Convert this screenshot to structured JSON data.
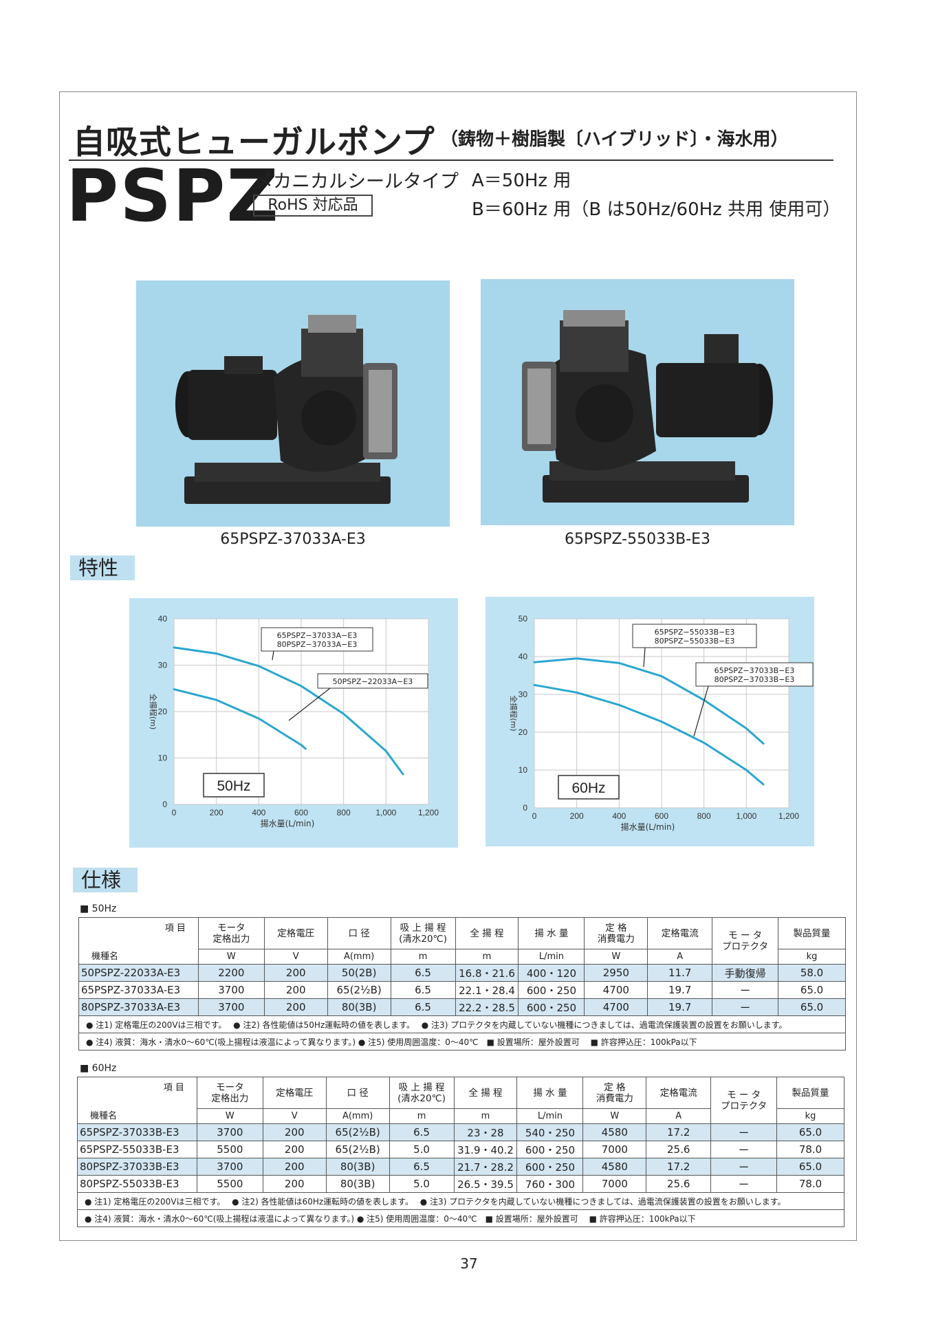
{
  "header": {
    "title": "自吸式ヒューガルポンプ",
    "subtitle": "（鋳物＋樹脂製〔ハイブリッド〕・海水用）",
    "model": "PSPZ",
    "seal_type": "メカニカルシールタイプ",
    "rohs": "RoHS 対応品",
    "hz_a": "A＝50Hz 用",
    "hz_b": "B＝60Hz 用（B は50Hz/60Hz 共用 使用可）"
  },
  "photos": [
    {
      "caption": "65PSPZ-37033A-E3"
    },
    {
      "caption": "65PSPZ-55033B-E3"
    }
  ],
  "sections": {
    "characteristics": "特性",
    "specifications": "仕様"
  },
  "chart_data": [
    {
      "type": "line",
      "badge": "50Hz",
      "xlabel": "揚水量(L/min)",
      "ylabel": "全揚程(m)",
      "xlim": [
        0,
        1200
      ],
      "ylim": [
        0,
        40
      ],
      "xticks": [
        "0",
        "200",
        "400",
        "600",
        "800",
        "1,000",
        "1,200"
      ],
      "yticks": [
        "0",
        "10",
        "20",
        "30",
        "40"
      ],
      "grid": true,
      "series": [
        {
          "name": "65PSPZ−37033A−E3 / 80PSPZ−37033A−E3",
          "label_lines": [
            "65PSPZ−37033A−E3",
            "80PSPZ−37033A−E3"
          ],
          "x": [
            0,
            200,
            400,
            600,
            800,
            1000,
            1080
          ],
          "y": [
            33.8,
            32.5,
            29.8,
            25.5,
            19.5,
            11.5,
            6.5
          ]
        },
        {
          "name": "50PSPZ−22033A−E3",
          "label_lines": [
            "50PSPZ−22033A−E3"
          ],
          "x": [
            0,
            200,
            400,
            600,
            620
          ],
          "y": [
            24.8,
            22.5,
            18.5,
            12.8,
            12.0
          ]
        }
      ]
    },
    {
      "type": "line",
      "badge": "60Hz",
      "xlabel": "揚水量(L/min)",
      "ylabel": "全揚程(m)",
      "xlim": [
        0,
        1200
      ],
      "ylim": [
        0,
        50
      ],
      "xticks": [
        "0",
        "200",
        "400",
        "600",
        "800",
        "1,000",
        "1,200"
      ],
      "yticks": [
        "0",
        "10",
        "20",
        "30",
        "40",
        "50"
      ],
      "grid": true,
      "series": [
        {
          "name": "65PSPZ−55033B−E3 / 80PSPZ−55033B−E3",
          "label_lines": [
            "65PSPZ−55033B−E3",
            "80PSPZ−55033B−E3"
          ],
          "x": [
            0,
            200,
            400,
            600,
            800,
            1000,
            1080
          ],
          "y": [
            38.5,
            39.5,
            38.3,
            34.8,
            28.5,
            21.0,
            17.0
          ]
        },
        {
          "name": "65PSPZ−37033B−E3 / 80PSPZ−37033B−E3",
          "label_lines": [
            "65PSPZ−37033B−E3",
            "80PSPZ−37033B−E3"
          ],
          "x": [
            0,
            200,
            400,
            600,
            800,
            1000,
            1080
          ],
          "y": [
            32.5,
            30.5,
            27.2,
            22.8,
            17.2,
            10.0,
            6.2
          ]
        }
      ]
    }
  ],
  "tables": {
    "headers": {
      "item": "項 目",
      "model": "機種名",
      "motor_output": [
        "モータ",
        "定格出力"
      ],
      "voltage": "定格電圧",
      "bore": "口 径",
      "suction": [
        "吸 上 揚 程",
        "(清水20℃)"
      ],
      "total_head": "全 揚 程",
      "capacity": "揚 水 量",
      "power": [
        "定 格",
        "消費電力"
      ],
      "current": "定格電流",
      "protector": [
        "モ ー タ",
        "プロテクタ"
      ],
      "weight": "製品質量"
    },
    "units": [
      "W",
      "V",
      "A(mm)",
      "m",
      "m",
      "L/min",
      "W",
      "A",
      "kg"
    ],
    "hz50": {
      "label": "■ 50Hz",
      "rows": [
        [
          "50PSPZ-22033A-E3",
          "2200",
          "200",
          "50(2B)",
          "6.5",
          "16.8・21.6",
          "400・120",
          "2950",
          "11.7",
          "手動復帰",
          "58.0"
        ],
        [
          "65PSPZ-37033A-E3",
          "3700",
          "200",
          "65(2½B)",
          "6.5",
          "22.1・28.4",
          "600・250",
          "4700",
          "19.7",
          "ー",
          "65.0"
        ],
        [
          "80PSPZ-37033A-E3",
          "3700",
          "200",
          "80(3B)",
          "6.5",
          "22.2・28.5",
          "600・250",
          "4700",
          "19.7",
          "ー",
          "65.0"
        ]
      ],
      "notes": [
        "● 注1) 定格電圧の200Vは三相です。　 ● 注2) 各性能値は50Hz運転時の値を表します。　 ● 注3) プロテクタを内蔵していない機種につきましては、過電流保護装置の設置をお願いします。",
        "● 注4) 液質：海水・清水0～60℃(吸上揚程は液温によって異なります。) ● 注5) 使用周囲温度：0～40℃　■ 設置場所：屋外設置可　 ■ 許容押込圧：100kPa以下"
      ]
    },
    "hz60": {
      "label": "■ 60Hz",
      "rows": [
        [
          "65PSPZ-37033B-E3",
          "3700",
          "200",
          "65(2½B)",
          "6.5",
          "23・28",
          "540・250",
          "4580",
          "17.2",
          "ー",
          "65.0"
        ],
        [
          "65PSPZ-55033B-E3",
          "5500",
          "200",
          "65(2½B)",
          "5.0",
          "31.9・40.2",
          "600・250",
          "7000",
          "25.6",
          "ー",
          "78.0"
        ],
        [
          "80PSPZ-37033B-E3",
          "3700",
          "200",
          "80(3B)",
          "6.5",
          "21.7・28.2",
          "600・250",
          "4580",
          "17.2",
          "ー",
          "65.0"
        ],
        [
          "80PSPZ-55033B-E3",
          "5500",
          "200",
          "80(3B)",
          "5.0",
          "26.5・39.5",
          "760・300",
          "7000",
          "25.6",
          "ー",
          "78.0"
        ]
      ],
      "notes": [
        "● 注1) 定格電圧の200Vは三相です。　 ● 注2) 各性能値は60Hz運転時の値を表します。　 ● 注3) プロテクタを内蔵していない機種につきましては、過電流保護装置の設置をお願いします。",
        "● 注4) 液質：海水・清水0～60℃(吸上揚程は液温によって異なります。) ● 注5) 使用周囲温度：0～40℃　■ 設置場所：屋外設置可　 ■ 許容押込圧：100kPa以下"
      ]
    }
  },
  "page_number": "37"
}
